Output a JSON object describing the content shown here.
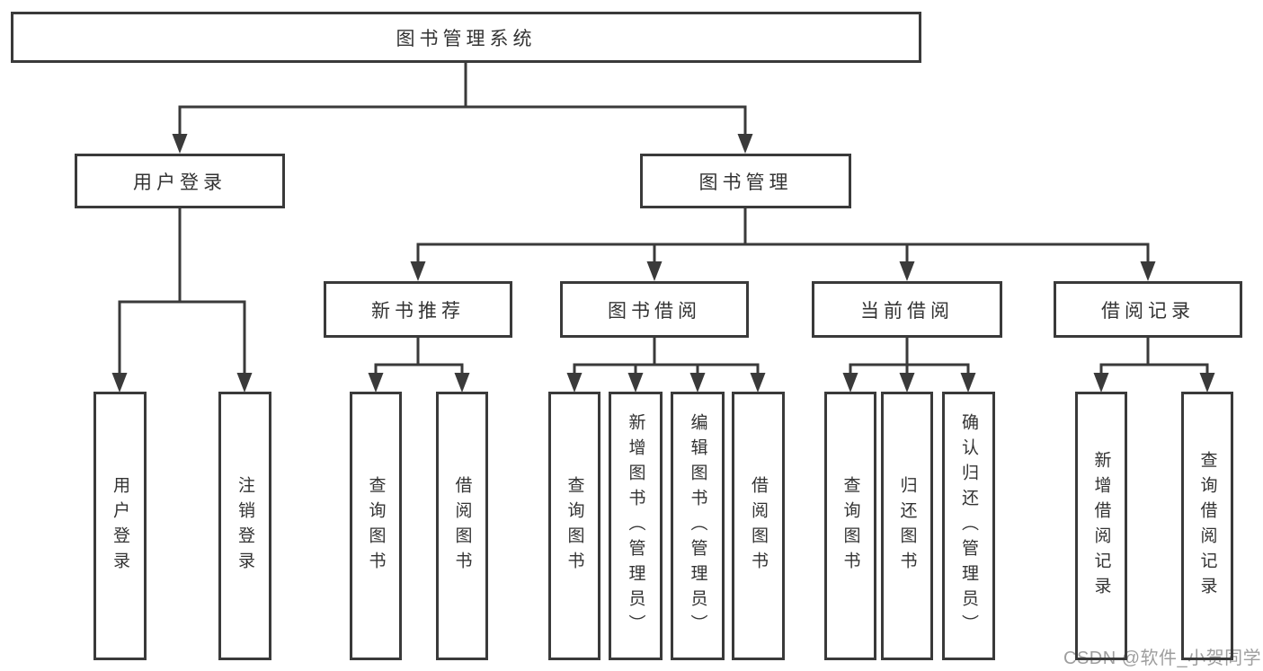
{
  "diagram": {
    "root": "图书管理系统",
    "branches": [
      {
        "label": "用户登录",
        "leaves": [
          "用户登录",
          "注销登录"
        ]
      },
      {
        "label": "图书管理",
        "groups": [
          {
            "label": "新书推荐",
            "leaves": [
              "查询图书",
              "借阅图书"
            ]
          },
          {
            "label": "图书借阅",
            "leaves": [
              "查询图书",
              "新增图书（管理员）",
              "编辑图书（管理员）",
              "借阅图书"
            ]
          },
          {
            "label": "当前借阅",
            "leaves": [
              "查询图书",
              "归还图书",
              "确认归还（管理员）"
            ]
          },
          {
            "label": "借阅记录",
            "leaves": [
              "新增借阅记录",
              "查询借阅记录"
            ]
          }
        ]
      }
    ]
  },
  "watermark": {
    "text": "CSDN @软件_小贺同学"
  },
  "colors": {
    "line": "#3a3a3a",
    "border": "#3a3a3a",
    "text": "#333333",
    "background": "#ffffff",
    "watermark": "#9e9e9e"
  }
}
